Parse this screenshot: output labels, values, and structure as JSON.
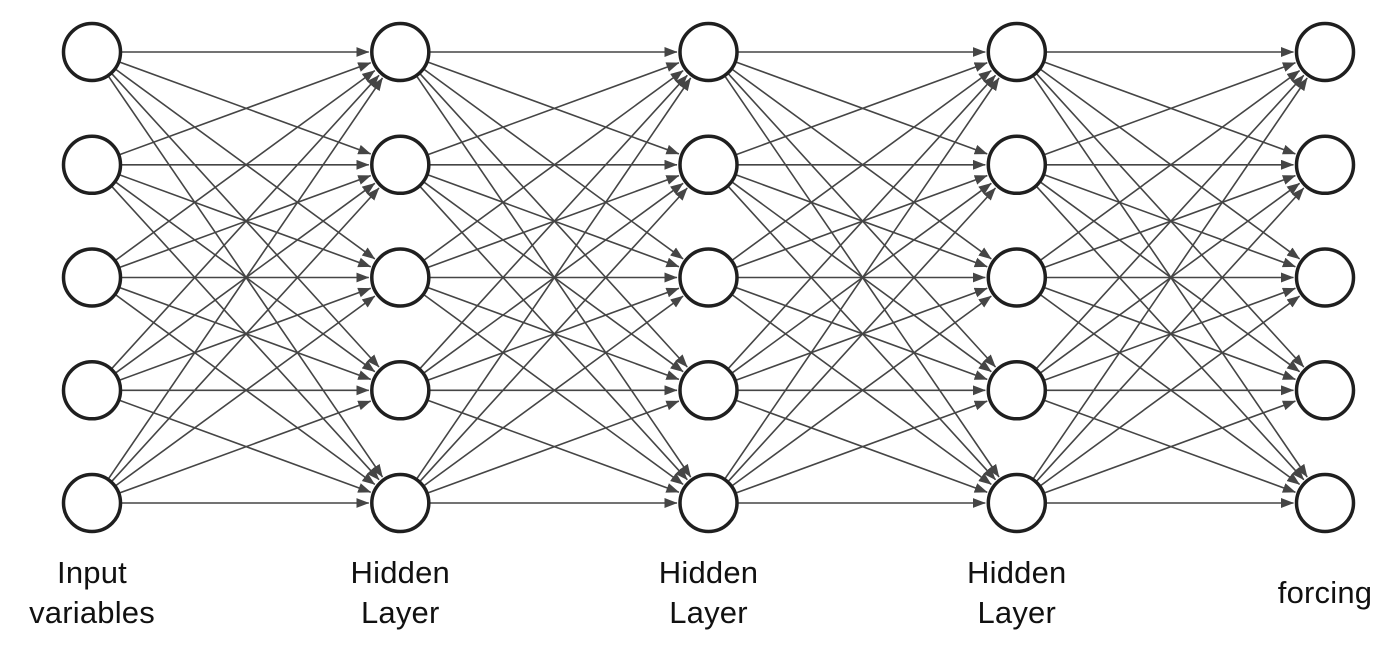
{
  "diagram": {
    "type": "neural-network",
    "connections": "fully-connected-between-adjacent-layers",
    "layers": [
      {
        "name": "input",
        "label": "Input\nvariables",
        "node_count": 5
      },
      {
        "name": "hidden-1",
        "label": "Hidden\nLayer",
        "node_count": 5
      },
      {
        "name": "hidden-2",
        "label": "Hidden\nLayer",
        "node_count": 5
      },
      {
        "name": "hidden-3",
        "label": "Hidden\nLayer",
        "node_count": 5
      },
      {
        "name": "output",
        "label": "forcing",
        "node_count": 5
      }
    ],
    "colors": {
      "background": "#ffffff",
      "node_fill": "#ffffff",
      "node_stroke": "#1f1f1f",
      "edge": "#454545",
      "label_text": "#111111"
    }
  }
}
